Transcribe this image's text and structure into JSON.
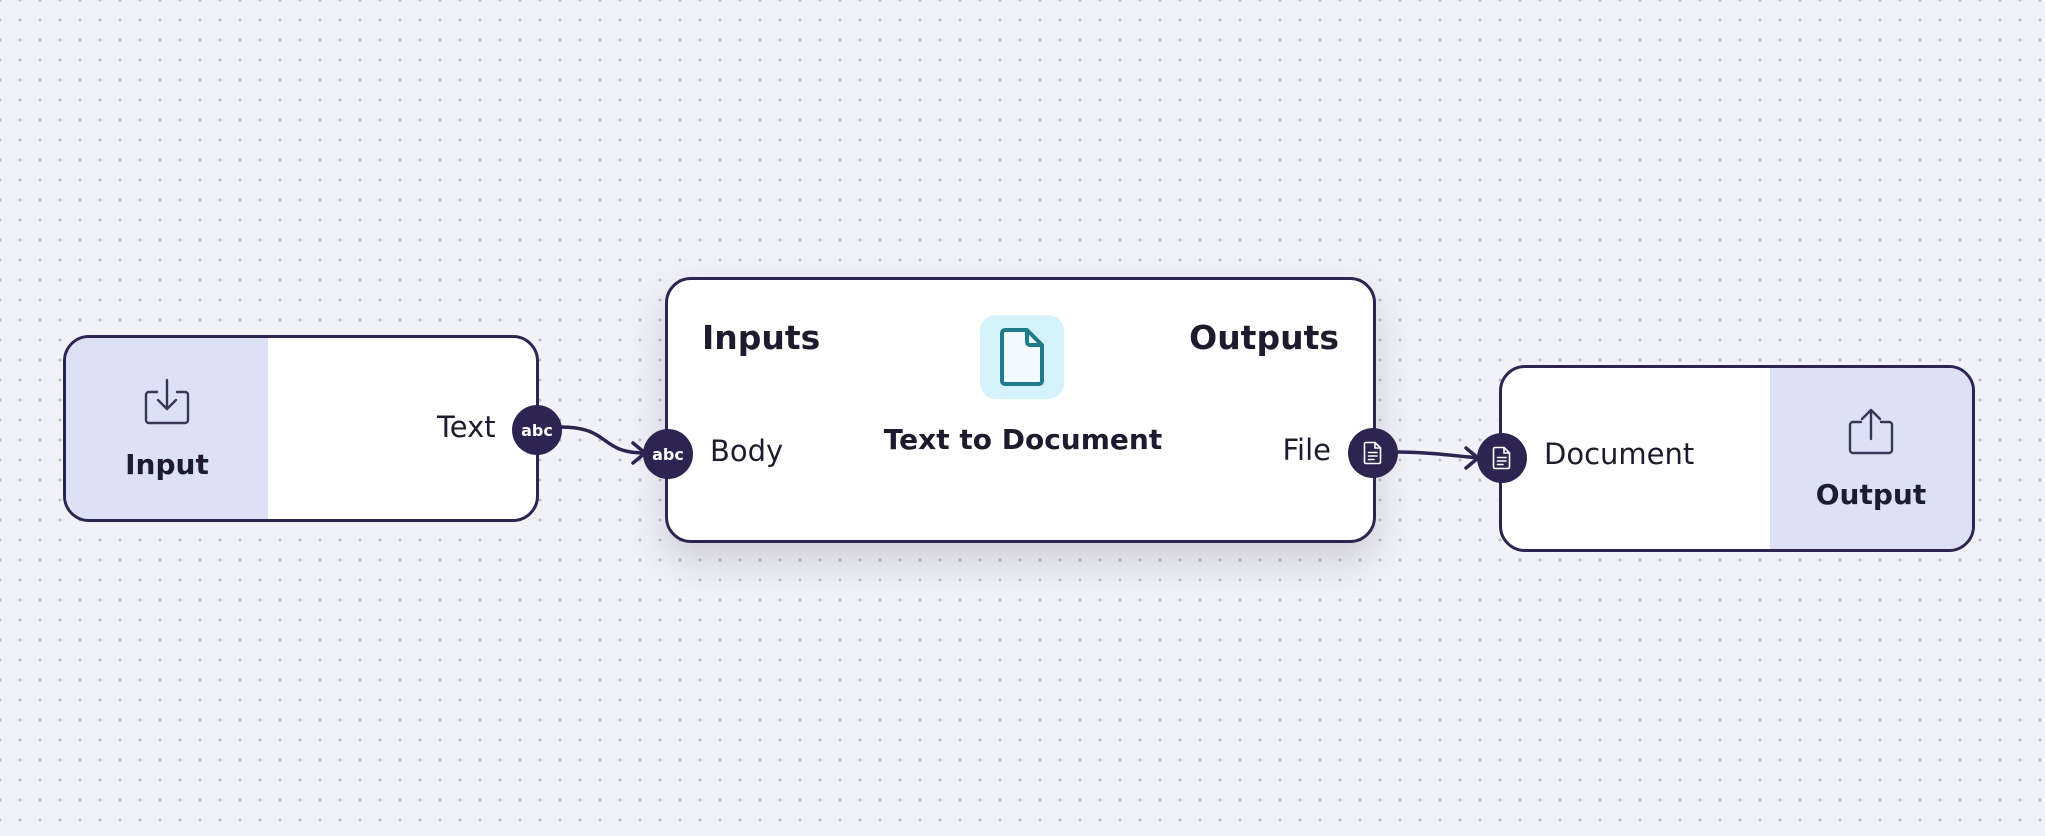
{
  "nodes": {
    "input": {
      "label": "Input",
      "icon": "download-tray-icon",
      "output_port": {
        "label": "Text",
        "type_badge": "abc"
      }
    },
    "process": {
      "inputs_title": "Inputs",
      "outputs_title": "Outputs",
      "icon": "document-icon",
      "title": "Text to Document",
      "input_port": {
        "label": "Body",
        "type_badge": "abc"
      },
      "output_port": {
        "label": "File",
        "type_icon": "file-text-icon"
      }
    },
    "output": {
      "label": "Output",
      "icon": "upload-tray-icon",
      "input_port": {
        "label": "Document",
        "type_icon": "file-text-icon"
      }
    }
  },
  "edges": [
    {
      "from": "Input.Text",
      "to": "Text to Document.Body"
    },
    {
      "from": "Text to Document.File",
      "to": "Output.Document"
    }
  ],
  "colors": {
    "canvas_background": "#f1f2f8",
    "node_border": "#2e2452",
    "side_panel": "#dde1f6",
    "doc_badge": "#d6f3fb",
    "doc_icon": "#1f7b8c",
    "port": "#2e2452"
  }
}
